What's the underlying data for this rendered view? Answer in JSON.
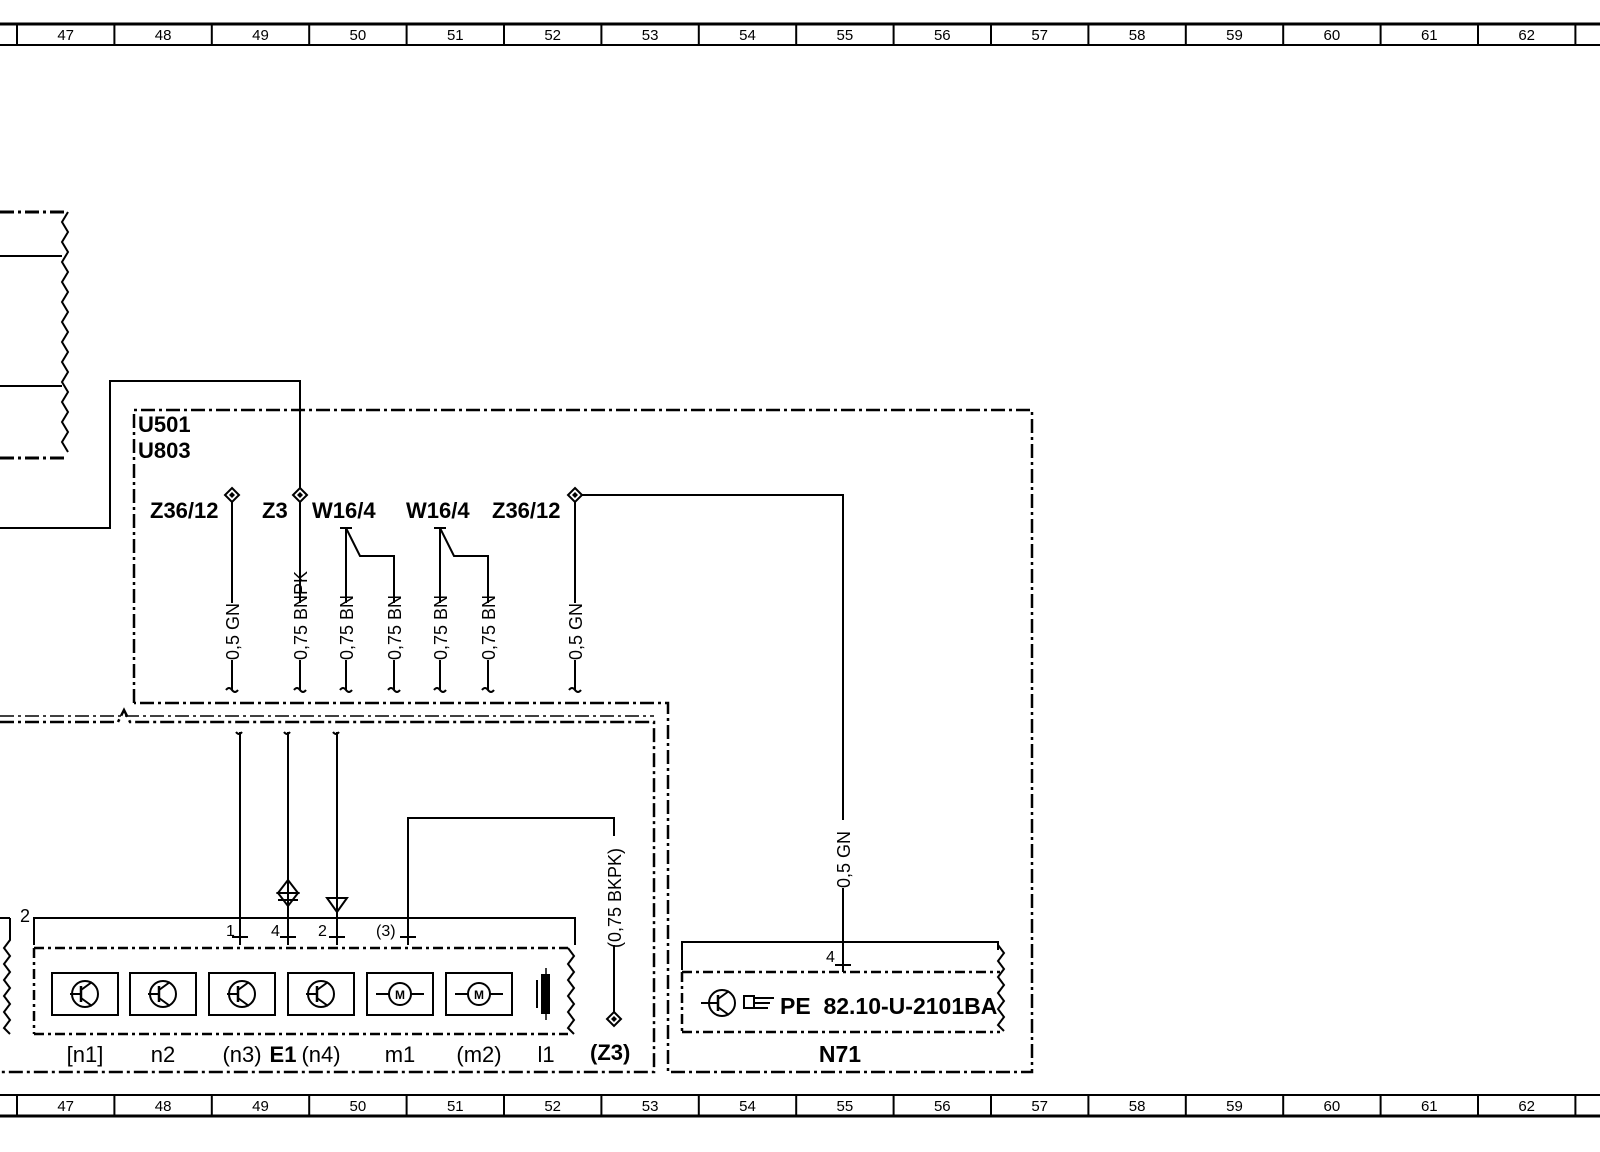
{
  "ruler": {
    "numbers": [
      "47",
      "48",
      "49",
      "50",
      "51",
      "52",
      "53",
      "54",
      "55",
      "56",
      "57",
      "58",
      "59",
      "60",
      "61",
      "62"
    ]
  },
  "colors": {
    "line": "#000000",
    "background": "#ffffff"
  },
  "module": {
    "ids": [
      "U501",
      "U803"
    ]
  },
  "connectors": [
    "Z36/12",
    "Z3",
    "W16/4",
    "W16/4",
    "Z36/12"
  ],
  "wires": [
    "0,5 GN",
    "0,75 BNPK",
    "0,75 BN",
    "0,75 BN",
    "0,75 BN",
    "0,75 BN",
    "0,5 GN"
  ],
  "e1": {
    "title": "E1",
    "label_2": "2",
    "pins": [
      "1",
      "4",
      "2",
      "(3)"
    ],
    "wire_label": "(0,75 BKPK)",
    "ground_label": "(Z3)",
    "components": [
      "[n1]",
      "n2",
      "(n3)",
      "(n4)",
      "m1",
      "(m2)",
      "l1"
    ],
    "icons": [
      "transistor-icon",
      "transistor-icon",
      "transistor-icon",
      "transistor-icon",
      "motor-icon",
      "motor-icon",
      "coil-icon"
    ]
  },
  "n71": {
    "title": "N71",
    "pin": "4",
    "wire": "0,5 GN",
    "ref_text": "PE  82.10-U-2101BA",
    "icons": [
      "transistor-icon",
      "pointing-hand-icon"
    ]
  }
}
